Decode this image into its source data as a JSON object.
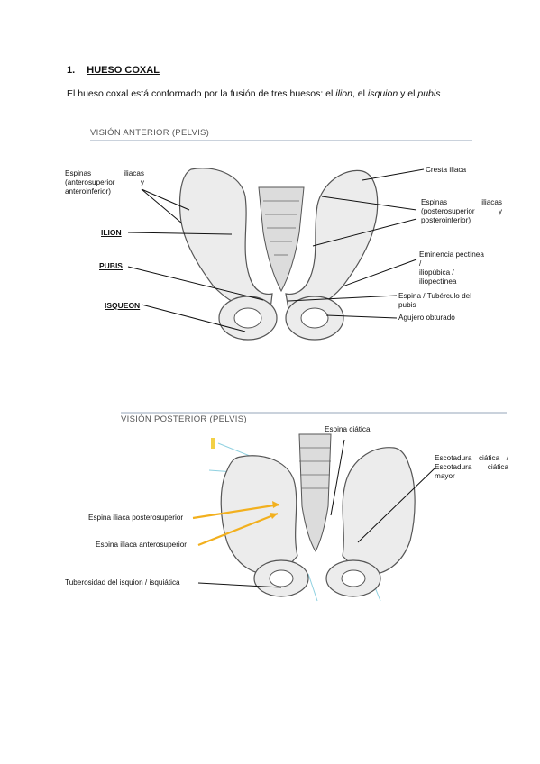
{
  "section": {
    "number": "1.",
    "title": "HUESO COXAL"
  },
  "intro": {
    "prefix": "El hueso coxal está conformado por la fusión de tres huesos: el ",
    "ilion": "ilion",
    "sep1": ", el ",
    "isquion": "isquion",
    "sep2": " y el ",
    "pubis": "pubis"
  },
  "figure_anterior": {
    "title": "VISIÓN ANTERIOR (PELVIS)",
    "labels": {
      "espinas_line1": "Espinas          iliacas",
      "espinas_line2": "(anterosuperior    y",
      "espinas_line3": "anteroinferior)",
      "ilion": "ILION",
      "pubis": "PUBIS",
      "isqueon": "ISQUEON",
      "cresta": "Cresta iliaca",
      "espinas_post_line1": "Espinas          iliacas",
      "espinas_post_line2": "(posterosuperior   y",
      "espinas_post_line3": "posteroinferior)",
      "eminencia_line1": "Eminencia pectínea /",
      "eminencia_line2": "iliopúbica / iliopectínea",
      "espina_pubis": "Espina / Tubérculo del pubis",
      "agujero": "Agujero obturado"
    }
  },
  "figure_posterior": {
    "title": "VISIÓN POSTERIOR (PELVIS)",
    "labels": {
      "espina_ciatica": "Espina ciática",
      "escotadura_line1": "Escotadura  ciática  /",
      "escotadura_line2": "Escotadura      ciática",
      "escotadura_line3": "mayor",
      "espina_post": "Espina iliaca posterosuperior",
      "espina_ant": "Espina iliaca anterosuperior",
      "tuberosidad": "Tuberosidad del isquion / isquiática"
    }
  },
  "colors": {
    "arrow_yellow": "#f2b01e",
    "bone_fill": "#ececec",
    "bone_stroke": "#555555",
    "title_rule": "#b8c4d0",
    "light_blue": "#8ed0e0"
  }
}
